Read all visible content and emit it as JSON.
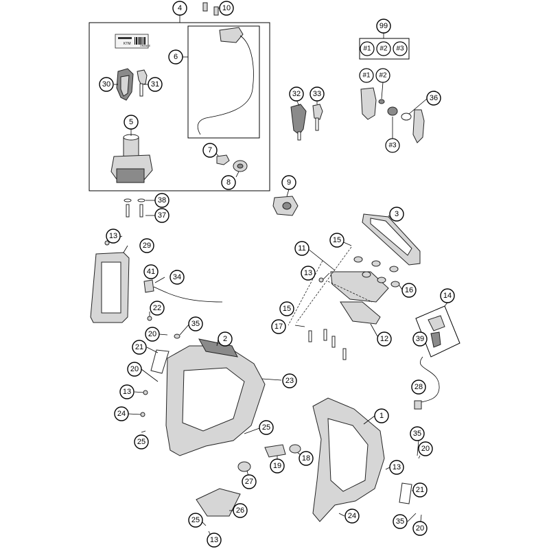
{
  "callouts": {
    "c4": "4",
    "c10": "10",
    "c99": "99",
    "c6": "6",
    "c30": "30",
    "c31": "31",
    "c32": "32",
    "c33": "33",
    "c36": "36",
    "c5": "5",
    "c7": "7",
    "c8": "8",
    "c9": "9",
    "c38": "38",
    "c37": "37",
    "c3": "3",
    "c13a": "13",
    "c29": "29",
    "c15a": "15",
    "c11": "11",
    "c41": "41",
    "c34": "34",
    "c13b": "13",
    "c16": "16",
    "c14": "14",
    "c15b": "15",
    "c22": "22",
    "c35a": "35",
    "c17": "17",
    "c20a": "20",
    "c2": "2",
    "c12": "12",
    "c39": "39",
    "c21a": "21",
    "c20b": "20",
    "c23": "23",
    "c13c": "13",
    "c28": "28",
    "c24a": "24",
    "c1": "1",
    "c25a": "25",
    "c25b": "25",
    "c35b": "35",
    "c20c": "20",
    "c18": "18",
    "c19": "19",
    "c13d": "13",
    "c27": "27",
    "c21b": "21",
    "c26": "26",
    "c24b": "24",
    "c25c": "25",
    "c35c": "35",
    "c13e": "13",
    "c20d": "20"
  },
  "variants": {
    "v99_1": "#1",
    "v99_2": "#2",
    "v99_3": "#3",
    "key_1": "#1",
    "key_2": "#2",
    "key_3": "#3"
  },
  "label_card": {
    "brand": "KTM",
    "code": "ORANGE"
  }
}
